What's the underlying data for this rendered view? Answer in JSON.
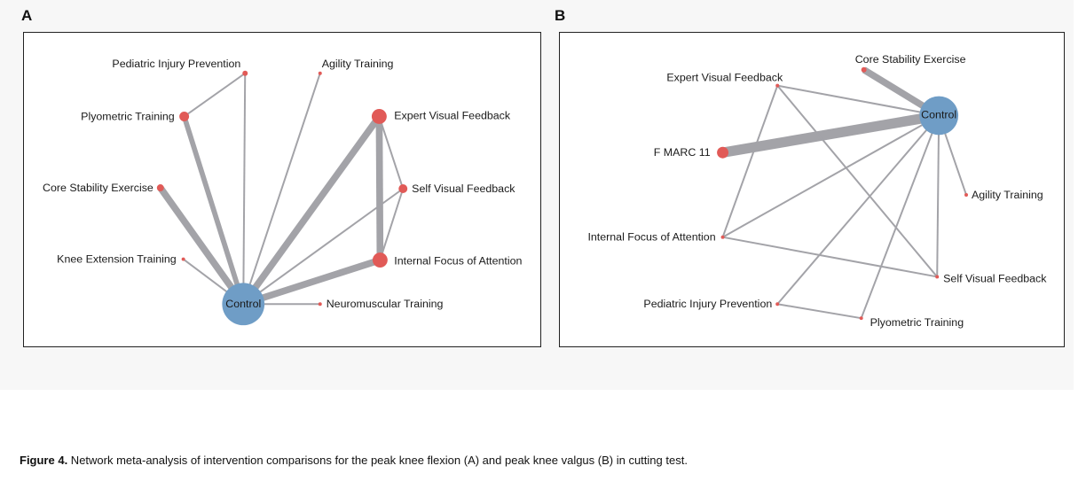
{
  "colors": {
    "control_node": "#6f9dc6",
    "intervention_node": "#e15a57",
    "edge": "#a3a3a8"
  },
  "panels": [
    {
      "letter": "A",
      "nodes": [
        {
          "id": "control",
          "label": "Control"
        },
        {
          "id": "pip",
          "label": "Pediatric Injury Prevention"
        },
        {
          "id": "agility",
          "label": "Agility Training"
        },
        {
          "id": "plyo",
          "label": "Plyometric Training"
        },
        {
          "id": "evf",
          "label": "Expert Visual Feedback"
        },
        {
          "id": "core",
          "label": "Core Stability Exercise"
        },
        {
          "id": "svf",
          "label": "Self Visual Feedback"
        },
        {
          "id": "knee",
          "label": "Knee Extension Training"
        },
        {
          "id": "ifa",
          "label": "Internal Focus of Attention"
        },
        {
          "id": "neuro",
          "label": "Neuromuscular Training"
        }
      ],
      "edges": [
        {
          "from": "control",
          "to": "pip",
          "weight": 1
        },
        {
          "from": "control",
          "to": "agility",
          "weight": 1
        },
        {
          "from": "control",
          "to": "plyo",
          "weight": 3
        },
        {
          "from": "control",
          "to": "core",
          "weight": 4
        },
        {
          "from": "control",
          "to": "knee",
          "weight": 1
        },
        {
          "from": "control",
          "to": "evf",
          "weight": 4
        },
        {
          "from": "control",
          "to": "svf",
          "weight": 1
        },
        {
          "from": "control",
          "to": "ifa",
          "weight": 4
        },
        {
          "from": "control",
          "to": "neuro",
          "weight": 1
        },
        {
          "from": "pip",
          "to": "plyo",
          "weight": 1
        },
        {
          "from": "evf",
          "to": "svf",
          "weight": 1
        },
        {
          "from": "evf",
          "to": "ifa",
          "weight": 4
        },
        {
          "from": "svf",
          "to": "ifa",
          "weight": 1
        }
      ]
    },
    {
      "letter": "B",
      "nodes": [
        {
          "id": "control",
          "label": "Control"
        },
        {
          "id": "core",
          "label": "Core Stability Exercise"
        },
        {
          "id": "evf",
          "label": "Expert Visual Feedback"
        },
        {
          "id": "fmarc",
          "label": "F MARC 11"
        },
        {
          "id": "agility",
          "label": "Agility Training"
        },
        {
          "id": "ifa",
          "label": "Internal Focus of Attention"
        },
        {
          "id": "svf",
          "label": "Self Visual Feedback"
        },
        {
          "id": "pip",
          "label": "Pediatric Injury Prevention"
        },
        {
          "id": "plyo",
          "label": "Plyometric Training"
        }
      ],
      "edges": [
        {
          "from": "control",
          "to": "core",
          "weight": 4
        },
        {
          "from": "control",
          "to": "fmarc",
          "weight": 6
        },
        {
          "from": "control",
          "to": "evf",
          "weight": 1
        },
        {
          "from": "control",
          "to": "agility",
          "weight": 1
        },
        {
          "from": "control",
          "to": "ifa",
          "weight": 1
        },
        {
          "from": "control",
          "to": "svf",
          "weight": 1
        },
        {
          "from": "control",
          "to": "pip",
          "weight": 1
        },
        {
          "from": "control",
          "to": "plyo",
          "weight": 1
        },
        {
          "from": "evf",
          "to": "ifa",
          "weight": 1
        },
        {
          "from": "evf",
          "to": "svf",
          "weight": 1
        },
        {
          "from": "ifa",
          "to": "svf",
          "weight": 1
        },
        {
          "from": "pip",
          "to": "plyo",
          "weight": 1
        }
      ]
    }
  ],
  "caption": {
    "label": "Figure 4.",
    "text": " Network meta-analysis of intervention comparisons for the peak knee flexion (A) and peak knee valgus (B) in cutting test."
  }
}
